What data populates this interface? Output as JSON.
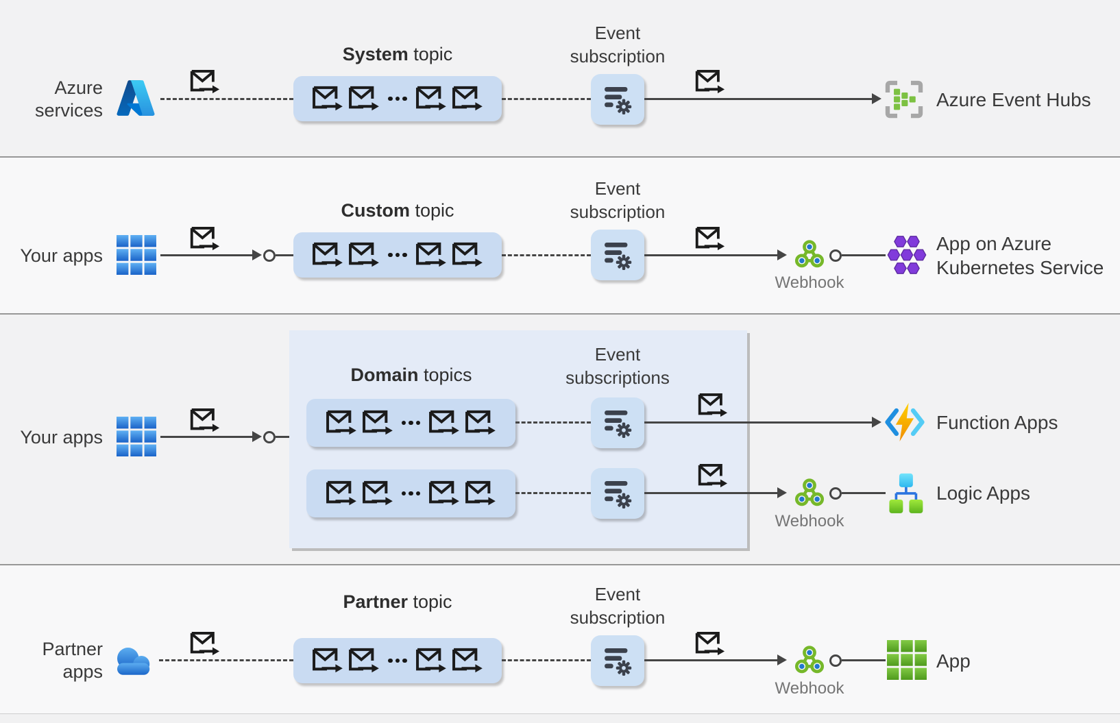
{
  "rows": {
    "system": {
      "source_label": "Azure services",
      "topic_title_bold": "System",
      "topic_title_rest": " topic",
      "subscription_label": "Event subscription",
      "target_label": "Azure Event Hubs"
    },
    "custom": {
      "source_label": "Your apps",
      "topic_title_bold": "Custom",
      "topic_title_rest": " topic",
      "subscription_label": "Event subscription",
      "webhook_label": "Webhook",
      "target_label": "App on Azure Kubernetes Service"
    },
    "domain": {
      "source_label": "Your apps",
      "container_title_bold": "Domain",
      "container_title_rest": " topics",
      "subscriptions_label": "Event subscriptions",
      "webhook_label": "Webhook",
      "target_function_label": "Function Apps",
      "target_logic_label": "Logic Apps"
    },
    "partner": {
      "source_label": "Partner apps",
      "topic_title_bold": "Partner",
      "topic_title_rest": " topic",
      "subscription_label": "Event subscription",
      "webhook_label": "Webhook",
      "target_label": "App"
    }
  },
  "icons": {
    "azure-logo-icon": "Azure 'A' logo",
    "app-grid-blue-icon": "blue 3x3 squares app grid",
    "app-grid-green-icon": "green 3x3 squares app grid",
    "cloud-icon": "blue partner cloud",
    "event-envelope-icon": "envelope with outgoing arrow (event)",
    "event-subscription-icon": "filter list with gear",
    "webhook-icon": "green webhook triskelion with blue dots",
    "event-hubs-icon": "gray brackets with green blocks",
    "aks-icon": "purple hexagon cluster",
    "function-apps-icon": "lightning bolt between angle brackets",
    "logic-apps-icon": "blue node branching to two green nodes",
    "ellipsis-dots": "three dots"
  },
  "colors": {
    "band_gray": "#f2f2f3",
    "band_light": "#f8f8f9",
    "separator": "#979797",
    "topic_box": "#c9dbf2",
    "sub_box": "#cde0f4",
    "domain_container": "#e4ebf7",
    "line": "#454545",
    "ink": "#1b1b1b",
    "text": "#3a3a3a",
    "muted_text": "#757575",
    "webhook_green": "#76b82a",
    "azure_blue": "#0078d4",
    "aks_purple": "#813bdb",
    "hub_green": "#7cc142",
    "function_orange": "#f5a300",
    "logic_blue": "#2b74e0"
  }
}
